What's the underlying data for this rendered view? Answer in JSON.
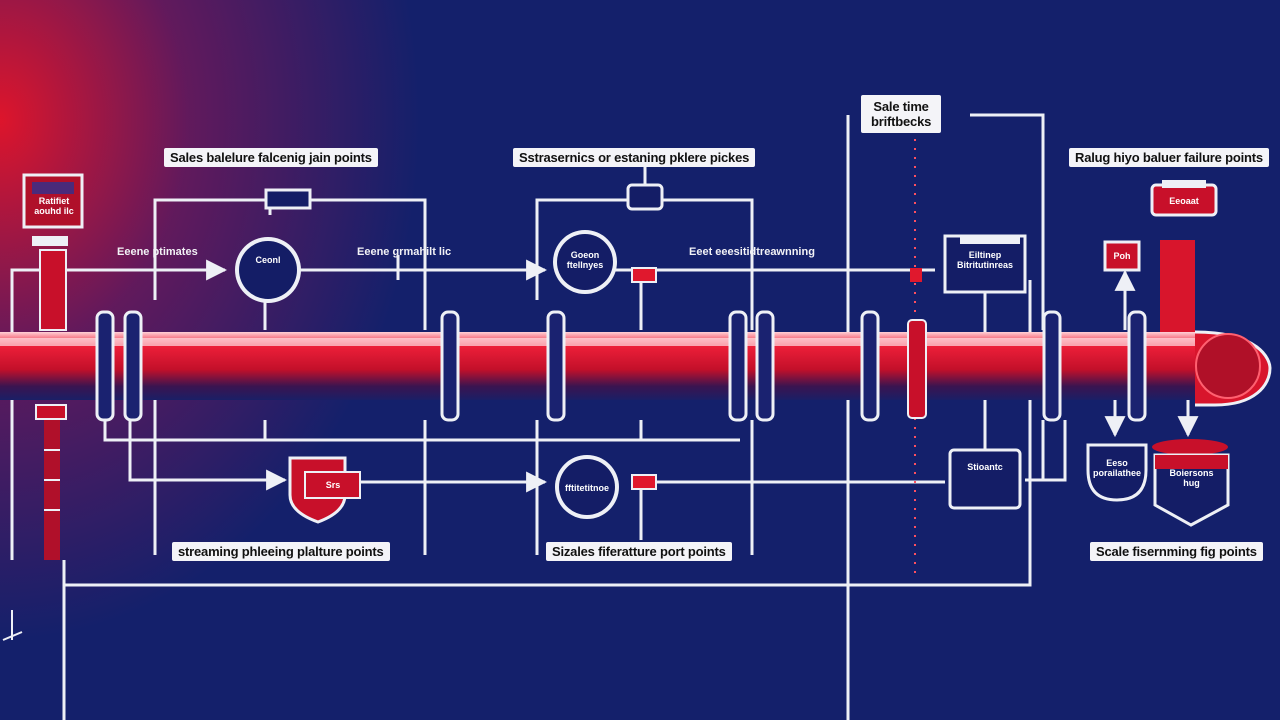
{
  "labels": {
    "top_left": "Sales balelure falcenig jain points",
    "top_center": "Sstrasernics or estaning pklere pickes",
    "top_time_1": "Sale time",
    "top_time_2": "briftbecks",
    "top_right": "Ralug hiyo baluer failure points",
    "bottom_left": "streaming phleeing plalture points",
    "bottom_center": "Sizales fiferatture port points",
    "bottom_right": "Scale fisernming fig points"
  },
  "small_labels": {
    "left_branch": "Eeene ptimates",
    "center_branch": "Eeene grmahilt lic",
    "right_branch": "Eeet eeesitidtreawnning"
  },
  "inner_labels": {
    "left_device_1": "Ratifiet",
    "left_device_2": "aouhd ilc",
    "gauge_1": "Ceonl",
    "gauge_2_line1": "Goeon",
    "gauge_2_line2": "ftellnyes",
    "gauge_3": "fftitetitnoe",
    "shield": "Srs",
    "right_box_1": "Eiltinep",
    "right_box_2": "Bitritutinreas",
    "tank_top": "Eeoaat",
    "red_tag": "Poh",
    "bottom_box": "Stioantc",
    "bowl_1": "Eeso",
    "bowl_2": "porailathee",
    "tank_bottom_1": "Boiersons",
    "tank_bottom_2": "hug"
  },
  "colors": {
    "background": "#14206b",
    "pipe_red": "#e0182d",
    "line": "#eef0f6",
    "label_bg": "#f4f4f8"
  }
}
